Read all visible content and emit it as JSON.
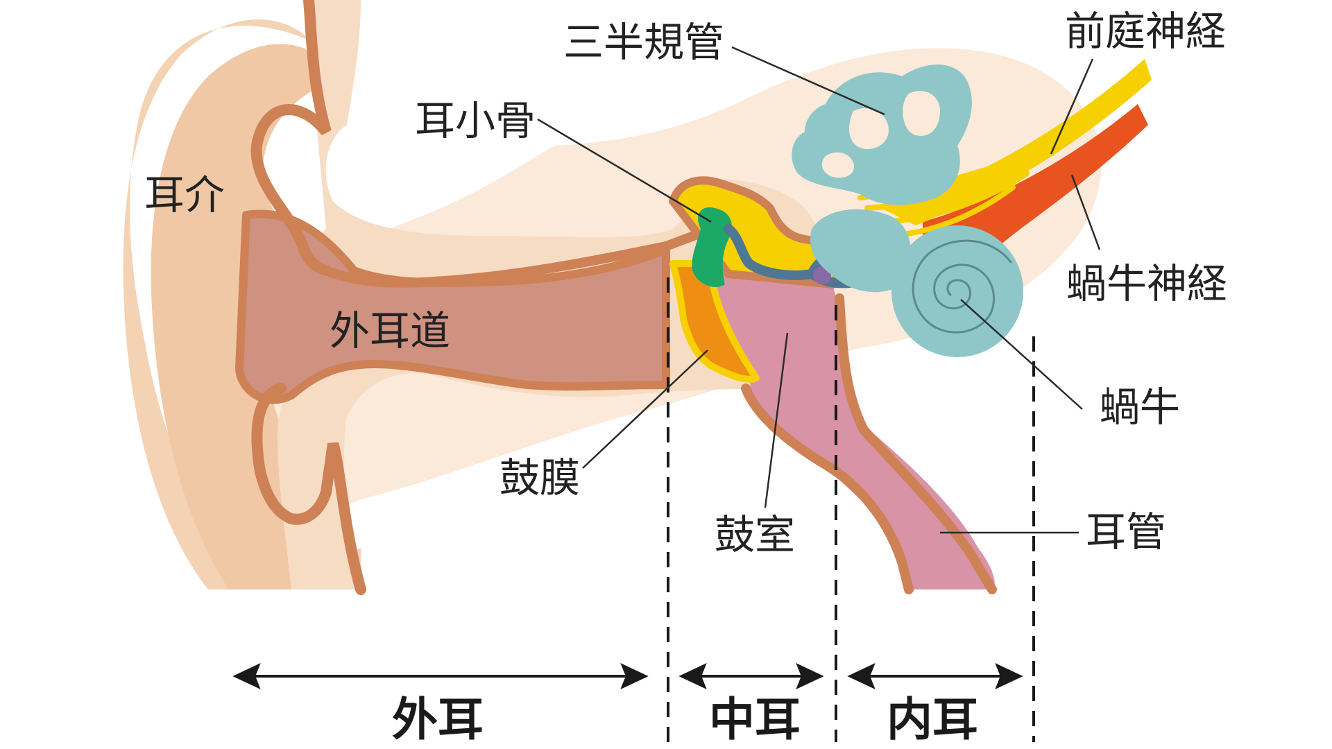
{
  "labels": {
    "auricle": "耳介",
    "ear_canal": "外耳道",
    "ossicles": "耳小骨",
    "semicircular_canals": "三半規管",
    "vestibular_nerve": "前庭神経",
    "cochlear_nerve": "蝸牛神経",
    "cochlea": "蝸牛",
    "eardrum": "鼓膜",
    "tympanic_cavity": "鼓室",
    "eustachian_tube": "耳管"
  },
  "sections": {
    "outer": "外耳",
    "middle": "中耳",
    "inner": "内耳"
  },
  "colors": {
    "skin_light": "#fbe9d9",
    "skin": "#f4d2b4",
    "outline": "#cd8155",
    "canal": "#cf9180",
    "cavity": "#d894a6",
    "inner_ear": "#8fc6c8",
    "nerve_yellow": "#f6d000",
    "nerve_red": "#e8531f",
    "ossicle_green": "#1ca866",
    "ossicle_blue": "#4f7693",
    "eardrum_orange": "#ee8f13"
  }
}
